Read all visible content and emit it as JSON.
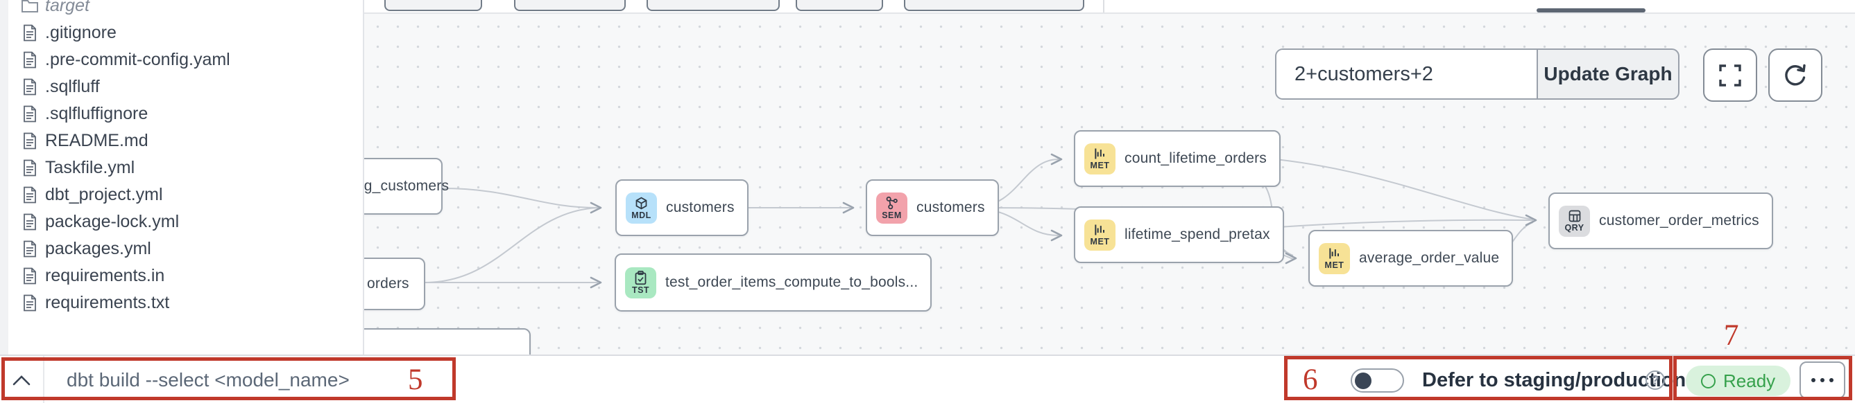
{
  "sidebar": {
    "folder_label": "target",
    "files": [
      ".gitignore",
      ".pre-commit-config.yaml",
      ".sqlfluff",
      ".sqlfluffignore",
      "README.md",
      "Taskfile.yml",
      "dbt_project.yml",
      "package-lock.yml",
      "packages.yml",
      "requirements.in",
      "requirements.txt"
    ]
  },
  "graph": {
    "selector_value": "2+customers+2",
    "update_button_label": "Update Graph",
    "nodes": [
      {
        "label": "stg_customers",
        "badge": ""
      },
      {
        "label": "orders",
        "badge": ""
      },
      {
        "label": "customers",
        "badge": "MDL"
      },
      {
        "label": "test_order_items_compute_to_bools...",
        "badge": "TST"
      },
      {
        "label": "customers",
        "badge": "SEM"
      },
      {
        "label": "count_lifetime_orders",
        "badge": "MET"
      },
      {
        "label": "lifetime_spend_pretax",
        "badge": "MET"
      },
      {
        "label": "average_order_value",
        "badge": "MET"
      },
      {
        "label": "customer_order_metrics",
        "badge": "QRY"
      }
    ]
  },
  "command_bar": {
    "placeholder": "dbt build --select <model_name>"
  },
  "footer": {
    "defer_label": "Defer to staging/production",
    "defer_on": false,
    "ready_label": "Ready"
  },
  "annotations": {
    "n5": "5",
    "n6": "6",
    "n7": "7"
  },
  "colors": {
    "annotation_red": "#c0392b",
    "badge_mdl": "#b7e1fa",
    "badge_sem": "#f2a2ab",
    "badge_met": "#f7e296",
    "badge_tst": "#a9e8c1",
    "badge_qry": "#dbdcdf",
    "ready_bg": "#d9f2dd",
    "ready_text": "#36a14c",
    "edge": "#c4c9d0"
  }
}
